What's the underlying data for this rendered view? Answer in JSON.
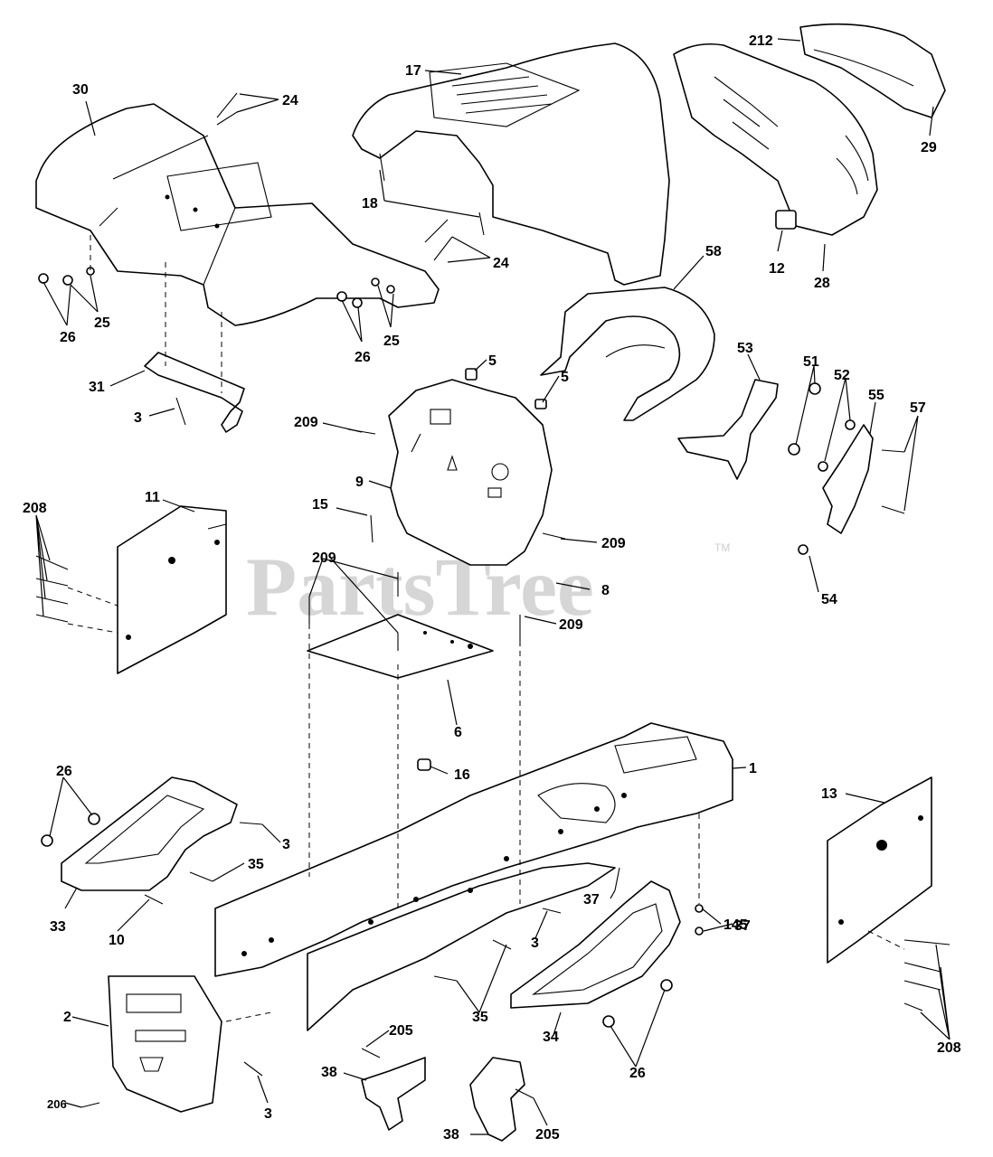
{
  "watermark": {
    "text": "PartsTree",
    "trademark": "TM"
  },
  "colors": {
    "line": "#000000",
    "background": "#ffffff",
    "watermark": "#cfcfcf"
  },
  "callouts": [
    {
      "id": "17",
      "label": "17"
    },
    {
      "id": "212",
      "label": "212"
    },
    {
      "id": "30",
      "label": "30"
    },
    {
      "id": "24a",
      "label": "24"
    },
    {
      "id": "29",
      "label": "29"
    },
    {
      "id": "18",
      "label": "18"
    },
    {
      "id": "12",
      "label": "12"
    },
    {
      "id": "28",
      "label": "28"
    },
    {
      "id": "24b",
      "label": "24"
    },
    {
      "id": "25a",
      "label": "25"
    },
    {
      "id": "26a",
      "label": "26"
    },
    {
      "id": "25b",
      "label": "25"
    },
    {
      "id": "26b",
      "label": "26"
    },
    {
      "id": "58",
      "label": "58"
    },
    {
      "id": "31",
      "label": "31"
    },
    {
      "id": "3a",
      "label": "3"
    },
    {
      "id": "5a",
      "label": "5"
    },
    {
      "id": "5b",
      "label": "5"
    },
    {
      "id": "53",
      "label": "53"
    },
    {
      "id": "51",
      "label": "51"
    },
    {
      "id": "52",
      "label": "52"
    },
    {
      "id": "55",
      "label": "55"
    },
    {
      "id": "57",
      "label": "57"
    },
    {
      "id": "209a",
      "label": "209"
    },
    {
      "id": "9",
      "label": "9"
    },
    {
      "id": "208a",
      "label": "208"
    },
    {
      "id": "11",
      "label": "11"
    },
    {
      "id": "15",
      "label": "15"
    },
    {
      "id": "209b",
      "label": "209"
    },
    {
      "id": "209c",
      "label": "209"
    },
    {
      "id": "54",
      "label": "54"
    },
    {
      "id": "8",
      "label": "8"
    },
    {
      "id": "209d",
      "label": "209"
    },
    {
      "id": "6",
      "label": "6"
    },
    {
      "id": "16",
      "label": "16"
    },
    {
      "id": "1",
      "label": "1"
    },
    {
      "id": "26c",
      "label": "26"
    },
    {
      "id": "13",
      "label": "13"
    },
    {
      "id": "3b",
      "label": "3"
    },
    {
      "id": "35a",
      "label": "35"
    },
    {
      "id": "37a",
      "label": "37"
    },
    {
      "id": "145",
      "label": "145"
    },
    {
      "id": "37b",
      "label": "37"
    },
    {
      "id": "33",
      "label": "33"
    },
    {
      "id": "10",
      "label": "10"
    },
    {
      "id": "3c",
      "label": "3"
    },
    {
      "id": "35b",
      "label": "35"
    },
    {
      "id": "2",
      "label": "2"
    },
    {
      "id": "34",
      "label": "34"
    },
    {
      "id": "205a",
      "label": "205"
    },
    {
      "id": "26d",
      "label": "26"
    },
    {
      "id": "208b",
      "label": "208"
    },
    {
      "id": "38a",
      "label": "38"
    },
    {
      "id": "206",
      "label": "206"
    },
    {
      "id": "3d",
      "label": "3"
    },
    {
      "id": "38b",
      "label": "38"
    },
    {
      "id": "205b",
      "label": "205"
    }
  ]
}
